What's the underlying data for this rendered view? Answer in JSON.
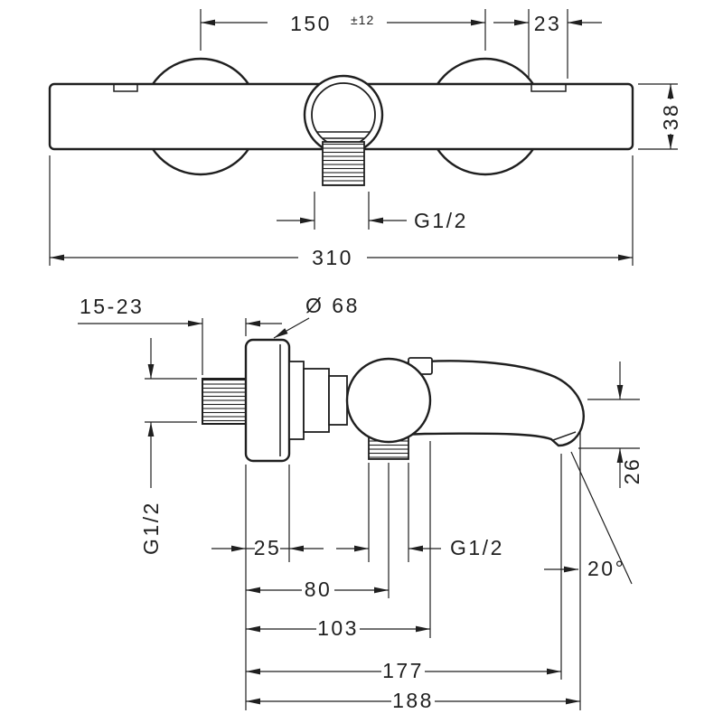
{
  "drawing": {
    "front_view": {
      "dim_connection_distance": "150",
      "dim_connection_tolerance": "±12",
      "dim_offset": "23",
      "dim_body_height": "38",
      "dim_outlet_thread": "G1/2",
      "dim_total_width": "310"
    },
    "side_view": {
      "dim_wall_distance": "15-23",
      "dim_escutcheon_diameter": "Ø 68",
      "dim_inlet_thread": "G1/2",
      "dim_escutcheon_depth": "25",
      "dim_outlet_thread": "G1/2",
      "dim_depth_80": "80",
      "dim_depth_103": "103",
      "dim_depth_177": "177",
      "dim_depth_188": "188",
      "dim_spout_end": "26",
      "dim_spout_angle": "20°"
    },
    "colors": {
      "line": "#1f1f1f",
      "background": "#ffffff"
    }
  }
}
